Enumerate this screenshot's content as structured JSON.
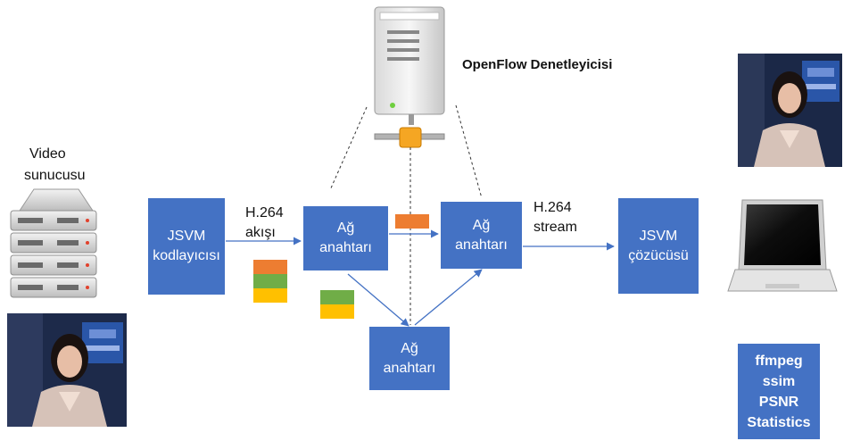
{
  "controller": {
    "title": "OpenFlow Denetleyicisi",
    "icon": "server-tower-icon"
  },
  "video_server": {
    "line1": "Video",
    "line2": "sunucusu",
    "icon": "rack-server-icon"
  },
  "encoder": {
    "line1": "JSVM",
    "line2": "kodlayıcısı"
  },
  "stream_in": {
    "line1": "H.264",
    "line2": "akışı"
  },
  "switch1": {
    "line1": "Ağ",
    "line2": "anahtarı"
  },
  "switch2": {
    "line1": "Ağ",
    "line2": "anahtarı"
  },
  "switch3": {
    "line1": "Ağ",
    "line2": "anahtarı"
  },
  "stream_out": {
    "line1": "H.264",
    "line2": "stream"
  },
  "decoder": {
    "line1": "JSVM",
    "line2": "çözücüsü"
  },
  "metrics": {
    "lines": [
      "ffmpeg",
      "ssim",
      "PSNR",
      "Statistics"
    ]
  },
  "colors": {
    "box": "#4472C4",
    "arrow": "#4472C4",
    "orange": "#ED7D31",
    "green": "#70AD47",
    "yellow": "#FFC000"
  }
}
